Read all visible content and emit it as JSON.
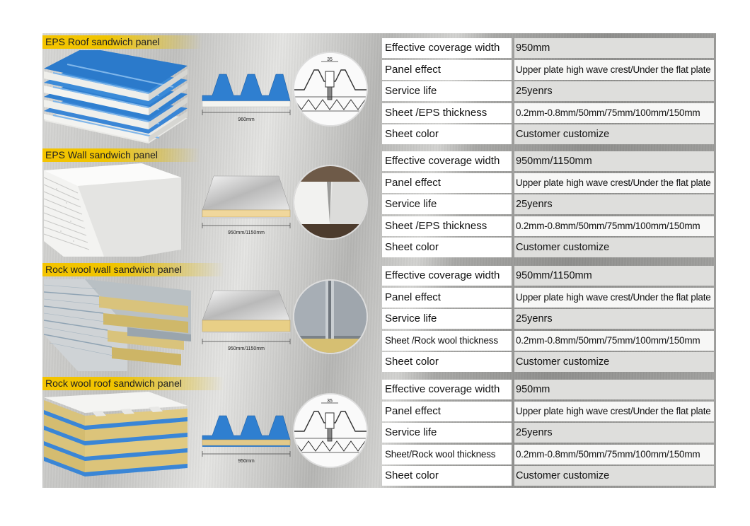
{
  "panels": [
    {
      "title": "EPS Roof sandwich panel",
      "dimension": "960mm",
      "specs": [
        {
          "label": "Effective coverage width",
          "value": "950mm"
        },
        {
          "label": "Panel effect",
          "value": "Upper plate high wave crest/Under the flat plate"
        },
        {
          "label": "Service life",
          "value": "25yenrs"
        },
        {
          "label": "Sheet /EPS thickness",
          "value": "0.2mm-0.8mm/50mm/75mm/100mm/150mm"
        },
        {
          "label": "Sheet color",
          "value": "Customer customize"
        }
      ],
      "callout": "35"
    },
    {
      "title": "EPS Wall sandwich panel",
      "dimension": "950mm/1150mm",
      "specs": [
        {
          "label": "Effective coverage width",
          "value": "950mm/1150mm"
        },
        {
          "label": "Panel effect",
          "value": "Upper plate high wave crest/Under the flat plate"
        },
        {
          "label": "Service life",
          "value": "25yenrs"
        },
        {
          "label": "Sheet /EPS thickness",
          "value": "0.2mm-0.8mm/50mm/75mm/100mm/150mm"
        },
        {
          "label": "Sheet color",
          "value": "Customer customize"
        }
      ]
    },
    {
      "title": "Rock wool wall sandwich panel",
      "dimension": "950mm/1150mm",
      "specs": [
        {
          "label": "Effective coverage width",
          "value": "950mm/1150mm"
        },
        {
          "label": "Panel effect",
          "value": "Upper plate high wave crest/Under the flat plate"
        },
        {
          "label": "Service life",
          "value": "25yenrs"
        },
        {
          "label": "Sheet /Rock wool thickness",
          "value": "0.2mm-0.8mm/50mm/75mm/100mm/150mm"
        },
        {
          "label": "Sheet color",
          "value": "Customer customize"
        }
      ]
    },
    {
      "title": "Rock wool roof sandwich panel",
      "dimension": "950mm",
      "specs": [
        {
          "label": "Effective coverage width",
          "value": "950mm"
        },
        {
          "label": "Panel effect",
          "value": "Upper plate high wave crest/Under the flat plate"
        },
        {
          "label": "Service life",
          "value": "25yenrs"
        },
        {
          "label": "Sheet/Rock wool thickness",
          "value": "0.2mm-0.8mm/50mm/75mm/100mm/150mm"
        },
        {
          "label": "Sheet color",
          "value": "Customer customize"
        }
      ],
      "callout": "35"
    }
  ],
  "colors": {
    "title_band": "#f4c400",
    "roof_blue": "#2f7fd0",
    "rock_wool": "#d8c27a",
    "eps_white": "#f2f2ee",
    "label_bg": "#ffffff",
    "value_bg": "#dededc"
  }
}
